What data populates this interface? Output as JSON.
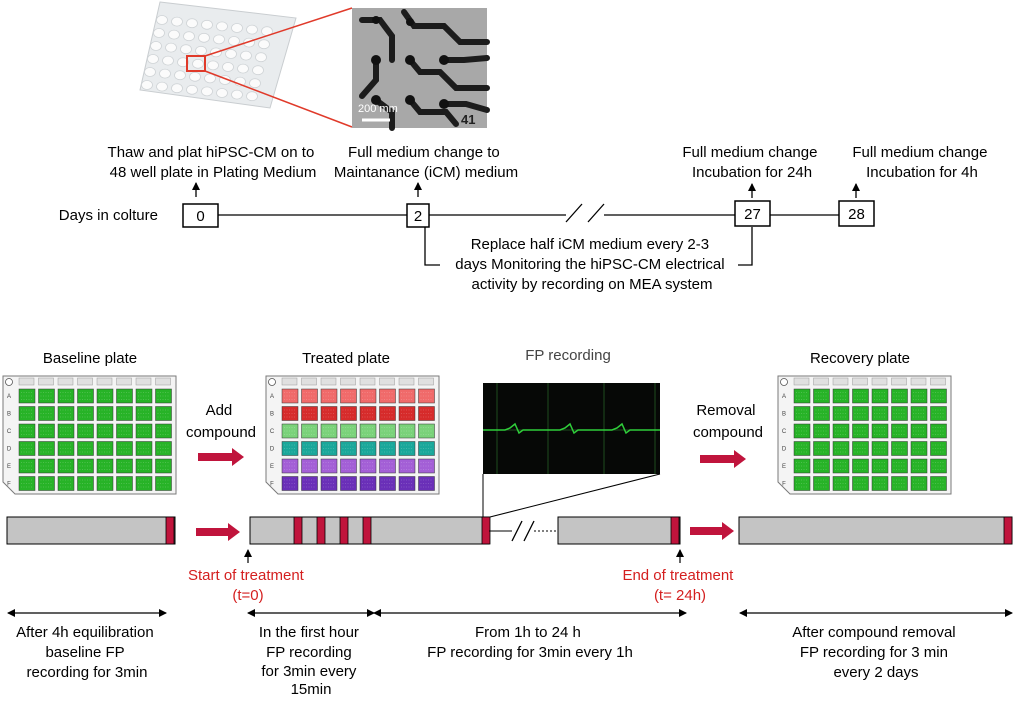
{
  "timeline": {
    "days_label": "Days in colture",
    "day_boxes": [
      "0",
      "2",
      "27",
      "28"
    ],
    "event_0": [
      "Thaw and plat hiPSC-CM  on to",
      "48 well plate in Plating Medium"
    ],
    "event_2": [
      "Full medium change to",
      "Maintanance (iCM) medium"
    ],
    "event_27": [
      "Full medium change",
      "Incubation for 24h"
    ],
    "event_28": [
      "Full medium change",
      "Incubation for 4h"
    ],
    "maintenance_note": [
      "Replace half iCM medium every 2-3",
      "days Monitoring the hiPSC-CM electrical",
      "activity by recording on MEA system"
    ]
  },
  "micrograph": {
    "scale_label": "200 mm",
    "image_number": "41"
  },
  "plates": {
    "baseline_title": "Baseline plate",
    "treated_title": "Treated  plate",
    "fp_title": "FP recording",
    "recovery_title": "Recovery  plate",
    "add_label": [
      "Add",
      "compound"
    ],
    "removal_label": [
      "Removal",
      "compound"
    ],
    "row_letters": [
      "A",
      "B",
      "C",
      "D",
      "E",
      "F"
    ],
    "colors": {
      "green": "#27b327",
      "treated_rows": [
        "#f06a6a",
        "#d62b2b",
        "#7ad27a",
        "#1aa79a",
        "#a35fd6",
        "#6a2fb8"
      ]
    }
  },
  "protocol": {
    "start_label": [
      "Start of treatment",
      "(t=0)"
    ],
    "end_label": [
      "End of treatment",
      "(t= 24h)"
    ],
    "phase1": [
      "After 4h equilibration",
      "baseline FP",
      "recording for 3min"
    ],
    "phase2": [
      "In the first hour",
      "FP recording",
      "for 3min every",
      "15min"
    ],
    "phase3": [
      "From 1h to 24 h",
      "FP recording for 3min every 1h"
    ],
    "phase4": [
      "After compound removal",
      "FP recording for 3 min",
      "every 2 days"
    ],
    "accent": "#c0143c",
    "label_red": "#d41f1f"
  }
}
